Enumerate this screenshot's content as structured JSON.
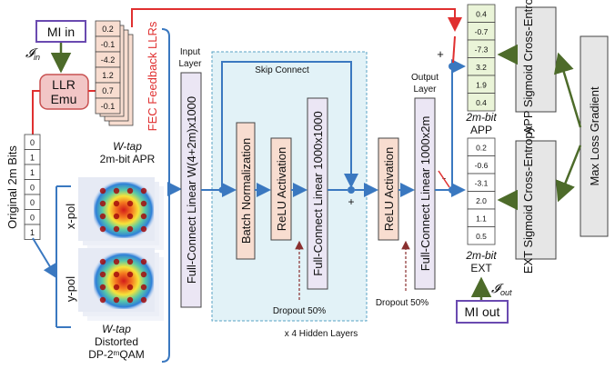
{
  "mi_in": {
    "label": "MI in",
    "symbol": "𝓘",
    "sub": "in"
  },
  "mi_out": {
    "label": "MI out",
    "symbol": "𝓘",
    "sub": "out"
  },
  "llr_emu": {
    "line1": "LLR",
    "line2": "Emu"
  },
  "original_bits": {
    "label": "Original 2m Bits",
    "values": [
      "0",
      "1",
      "1",
      "0",
      "0",
      "0",
      "1"
    ]
  },
  "llr_stack": {
    "values": [
      "0.2",
      "-0.1",
      "-4.2",
      "1.2",
      "0.7",
      "-0.1"
    ],
    "caption1": "W-tap",
    "caption2": "2m-bit APR",
    "side_label": "FEC Feedback LLRs"
  },
  "qam": {
    "xpol": "x-pol",
    "ypol": "y-pol",
    "caption1": "W-tap",
    "caption2": "Distorted",
    "caption3": "DP-2ᵐQAM"
  },
  "layers": {
    "input_layer": {
      "title1": "Input",
      "title2": "Layer",
      "box": "Full-Connect Linear W(4+2m)x1000"
    },
    "batch_norm": "Batch Normalization",
    "relu1": "ReLU Activation",
    "fc_hidden": "Full-Connect Linear 1000x1000",
    "skip": "Skip Connect",
    "dropout1": "Dropout 50%",
    "hidden_repeat": "x 4 Hidden Layers",
    "relu2": "ReLU Activation",
    "dropout2": "Dropout 50%",
    "output_layer": {
      "title1": "Output",
      "title2": "Layer",
      "box": "Full-Connect Linear 1000x2m"
    }
  },
  "app": {
    "values": [
      "0.4",
      "-0.7",
      "-7.3",
      "3.2",
      "1.9",
      "0.4"
    ],
    "caption1": "2m-bit",
    "caption2": "APP",
    "loss": "APP Sigmoid Cross-Entropy"
  },
  "ext": {
    "values": [
      "0.2",
      "-0.6",
      "-3.1",
      "2.0",
      "1.1",
      "0.5"
    ],
    "caption1": "2m-bit",
    "caption2": "EXT",
    "loss": "EXT Sigmoid Cross-Entropy"
  },
  "max_loss": "Max Loss Gradient",
  "signs": {
    "plus": "+",
    "minus": "-"
  },
  "colors": {
    "red": "#e03030",
    "blue": "#3a78c0",
    "green": "#4d6b2a",
    "purple": "#6a4ab0",
    "pink": "#f2c6c6",
    "lavender": "#ebe6f4",
    "peach": "#f8ddd0",
    "teal_panel": "#e2f2f7"
  }
}
